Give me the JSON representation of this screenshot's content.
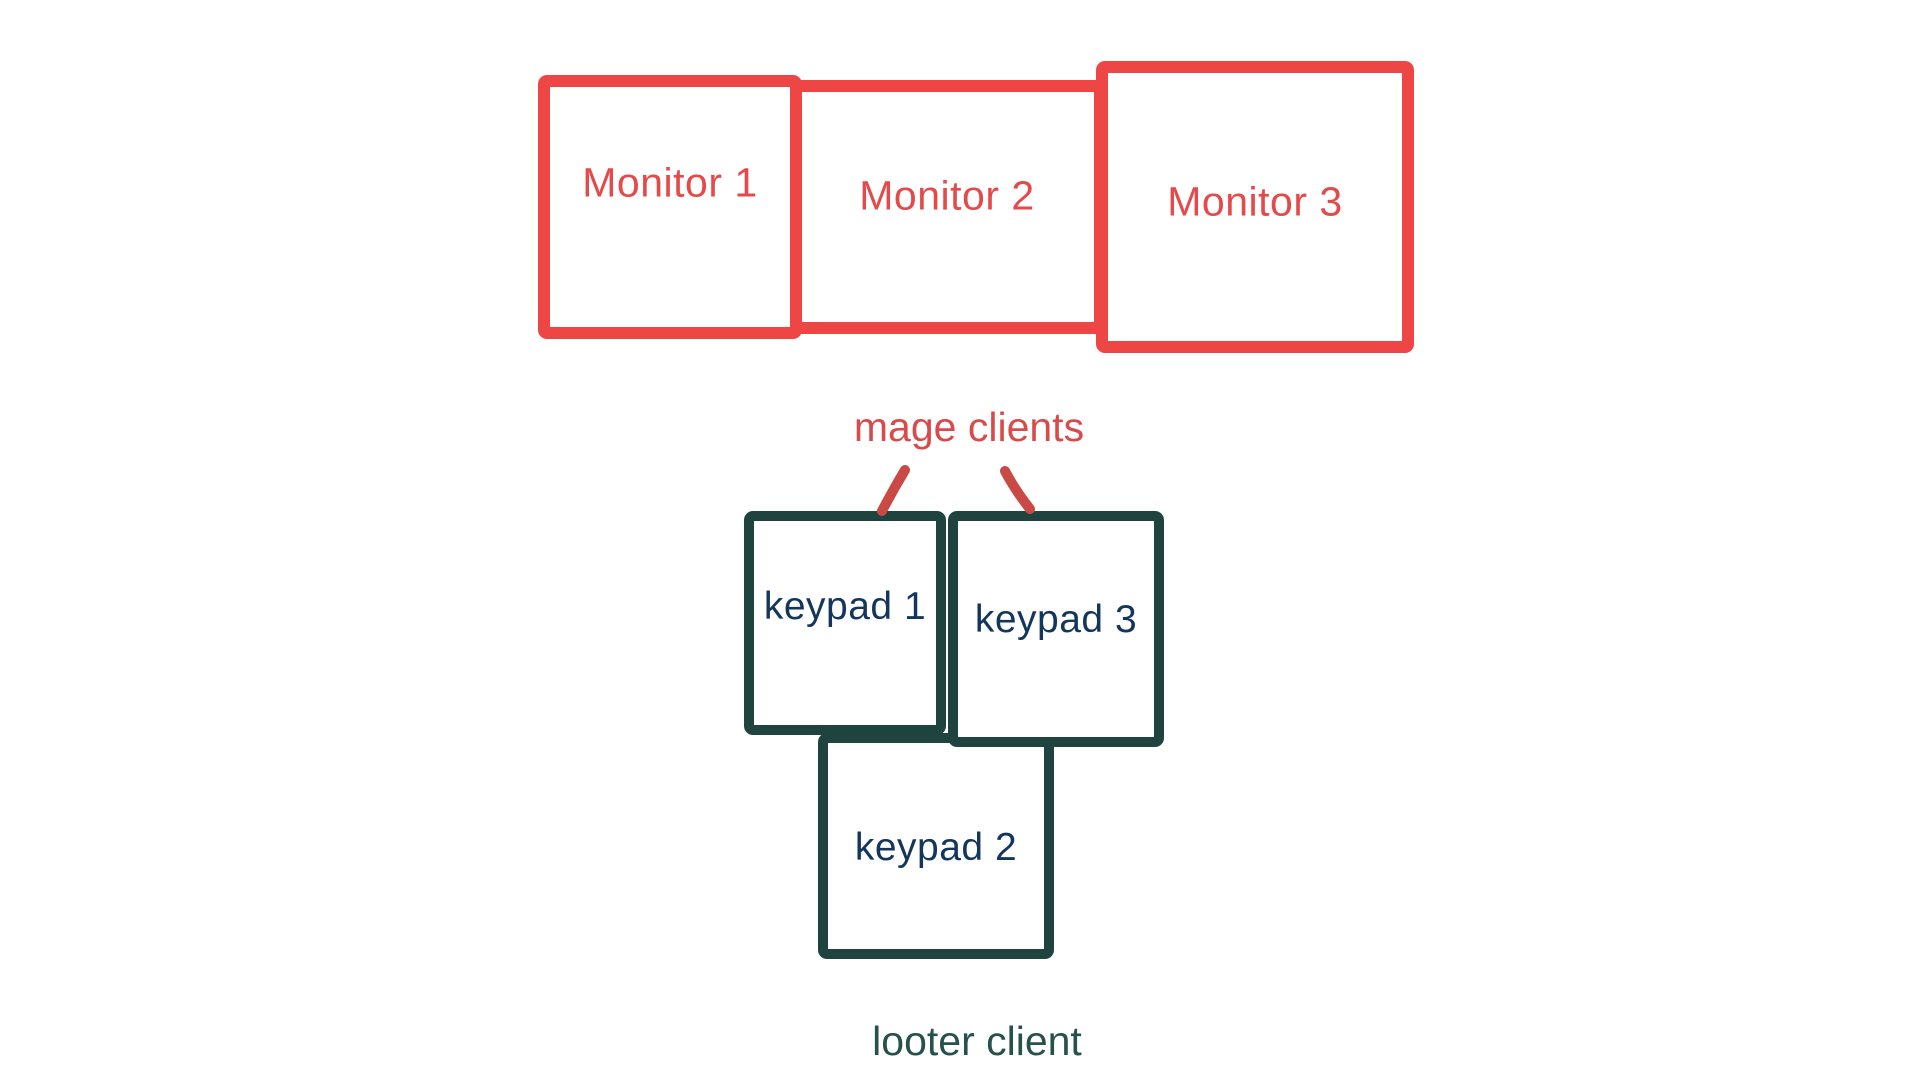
{
  "title": "mage and looter client monitor-keypad diagram",
  "colors": {
    "background": "#ffffff",
    "monitor_border": "#ee4545",
    "monitor_label": "#e54a4a",
    "keypad_border": "#1f4440",
    "keypad_label": "#14365c",
    "mage_label": "#d94a4a",
    "looter_label": "#27514c",
    "connector": "#c94a45"
  },
  "monitors": [
    {
      "label": "Monitor 1"
    },
    {
      "label": "Monitor 2"
    },
    {
      "label": "Monitor 3"
    }
  ],
  "keypads": [
    {
      "label": "keypad 1"
    },
    {
      "label": "keypad 3"
    },
    {
      "label": "keypad 2"
    }
  ],
  "labels": {
    "mage_clients": "mage clients",
    "looter_client": "looter client"
  },
  "icons": {
    "connector_left": "curved-stroke-pointing-to-keypad-1",
    "connector_right": "curved-stroke-pointing-to-keypad-3"
  }
}
